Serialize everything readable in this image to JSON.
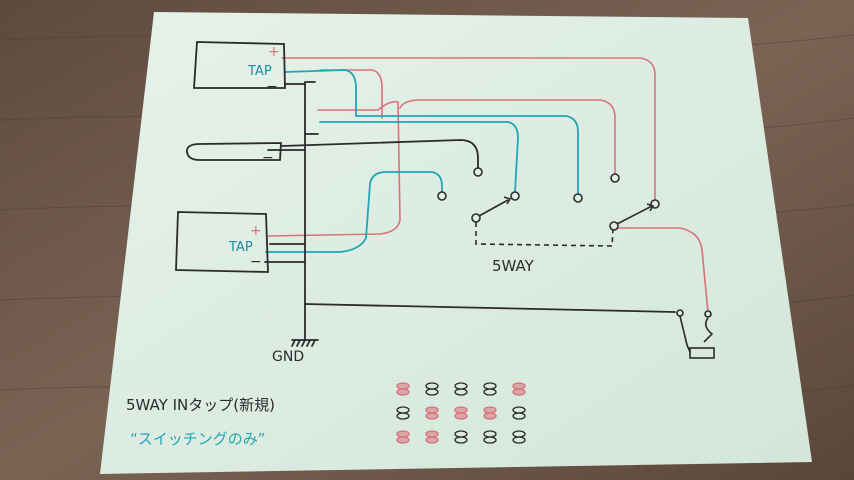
{
  "pickups": {
    "neck": {
      "plus": "+",
      "tap": "TAP",
      "minus": "−"
    },
    "middle": {
      "minus": "−"
    },
    "bridge": {
      "plus": "+",
      "tap": "TAP",
      "minus": "−"
    }
  },
  "labels": {
    "switch": "5WAY",
    "ground": "GND",
    "note_title": "5WAY INタップ(新規)",
    "note_sub": "“スイッチングのみ”"
  },
  "colors": {
    "paper": "#dfeee4",
    "wood": "#6e5a4c",
    "ink": "#2b2b2b",
    "red_wire": "#d9727a",
    "cyan_wire": "#22a5b5",
    "tap_text": "#1c8fa0"
  },
  "pattern": {
    "rows": [
      [
        "red",
        "black",
        "black",
        "black",
        "red"
      ],
      [
        "black",
        "red",
        "red",
        "red",
        "black"
      ],
      [
        "red",
        "red",
        "black",
        "black",
        "black"
      ]
    ]
  }
}
